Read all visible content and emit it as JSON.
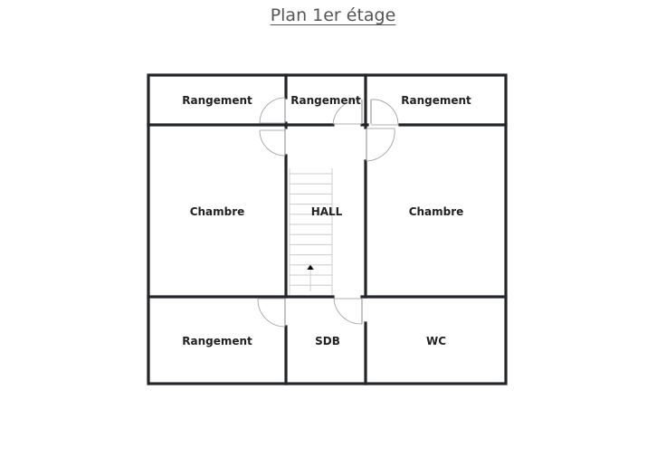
{
  "title": "Plan 1er étage",
  "rooms": [
    {
      "id": "rangement-1",
      "label": "Rangement"
    },
    {
      "id": "rangement-2",
      "label": "Rangement"
    },
    {
      "id": "rangement-3",
      "label": "Rangement"
    },
    {
      "id": "chambre-1",
      "label": "Chambre"
    },
    {
      "id": "hall",
      "label": "HALL"
    },
    {
      "id": "chambre-2",
      "label": "Chambre"
    },
    {
      "id": "rangement-4",
      "label": "Rangement"
    },
    {
      "id": "sdb",
      "label": "SDB"
    },
    {
      "id": "wc",
      "label": "WC"
    }
  ]
}
